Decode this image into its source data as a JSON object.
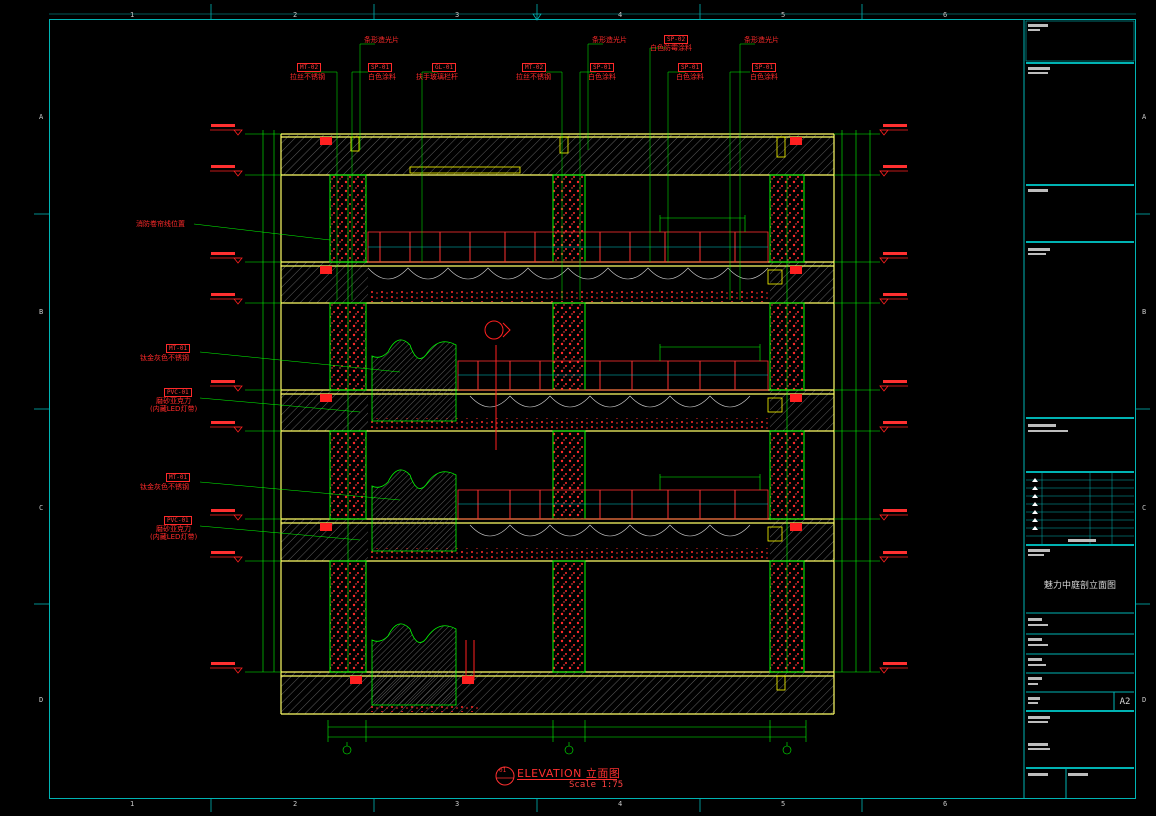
{
  "grid": {
    "columns": [
      "1",
      "2",
      "3",
      "4",
      "5",
      "6"
    ],
    "rows": [
      "A",
      "B",
      "C",
      "D"
    ]
  },
  "drawing": {
    "title": "ELEVATION 立面图",
    "scale": "Scale 1:75",
    "marker": "01"
  },
  "title_block": {
    "drawing_name": "魅力中庭剖立面图",
    "sheet_size": "A2"
  },
  "annotations": {
    "top_labels": [
      "条形造光片",
      "条形造光片",
      "条形造光片"
    ],
    "tags_top": [
      {
        "code": "MT-02",
        "text": "拉丝不锈钢"
      },
      {
        "code": "SP-01",
        "text": "白色涂料"
      },
      {
        "code": "GL-01",
        "text": "扶手玻璃栏杆"
      },
      {
        "code": "MT-02",
        "text": "拉丝不锈钢"
      },
      {
        "code": "SP-01",
        "text": "白色涂料"
      },
      {
        "code": "SP-02",
        "text": "白色防霉涂料"
      },
      {
        "code": "SP-01",
        "text": "白色涂料"
      },
      {
        "code": "SP-01",
        "text": "白色涂料"
      }
    ],
    "left_note": "消防卷帘线位置",
    "side_tags": [
      {
        "code": "MT-01",
        "text": "钛金灰色不锈钢"
      },
      {
        "code": "PVC-01",
        "text": "磨砂亚克力",
        "sub": "(内藏LED灯带)"
      },
      {
        "code": "MT-01",
        "text": "钛金灰色不锈钢"
      },
      {
        "code": "PVC-01",
        "text": "磨砂亚克力",
        "sub": "(内藏LED灯带)"
      }
    ]
  },
  "colors": {
    "frame": "#00b3b3",
    "slab": "#ffff66",
    "column": "#00ff00",
    "red": "#ff2020",
    "text": "#d8d8d8"
  }
}
